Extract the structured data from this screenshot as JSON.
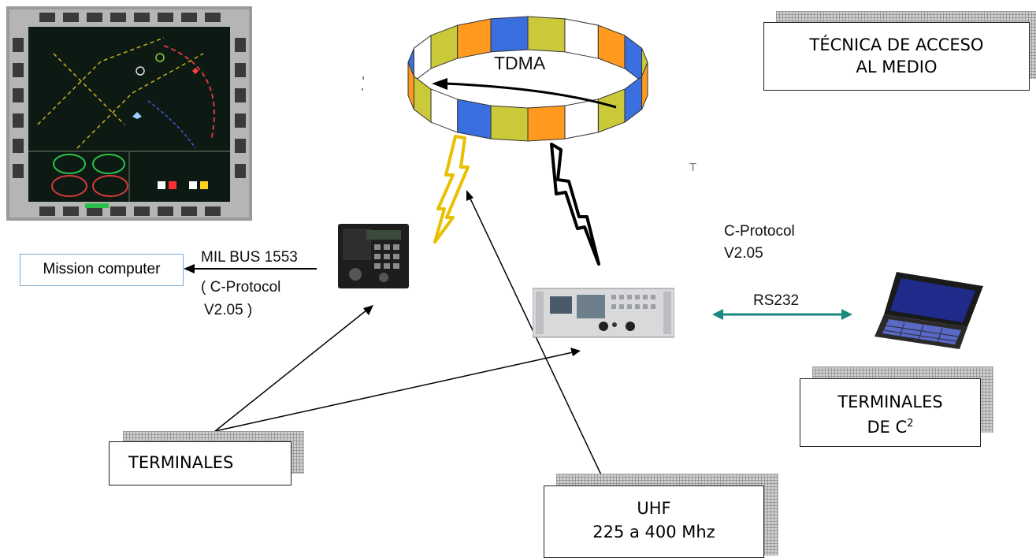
{
  "diagram": {
    "tdma_label": "TDMA",
    "access_box": {
      "line1": "TÉCNICA DE ACCESO",
      "line2": "AL MEDIO"
    },
    "mission_computer_label": "Mission computer",
    "mil_bus_label": "MIL BUS 1553",
    "c_protocol_left": {
      "line1": "( C-Protocol",
      "line2": "V2.05 )"
    },
    "c_protocol_right": {
      "line1": "C-Protocol",
      "line2": "V2.05"
    },
    "rs232_label": "RS232",
    "terminals_box": "TERMINALES",
    "c2_box": {
      "line1": "TERMINALES",
      "line2_prefix": "DE C",
      "line2_sup": "2"
    },
    "uhf_box": {
      "line1": "UHF",
      "line2": "225 a 400 Mhz"
    },
    "stray_mark": "T",
    "ring_colors": [
      "#ff9a1f",
      "#3a6fe0",
      "#c9c93a",
      "#ffffff"
    ]
  }
}
